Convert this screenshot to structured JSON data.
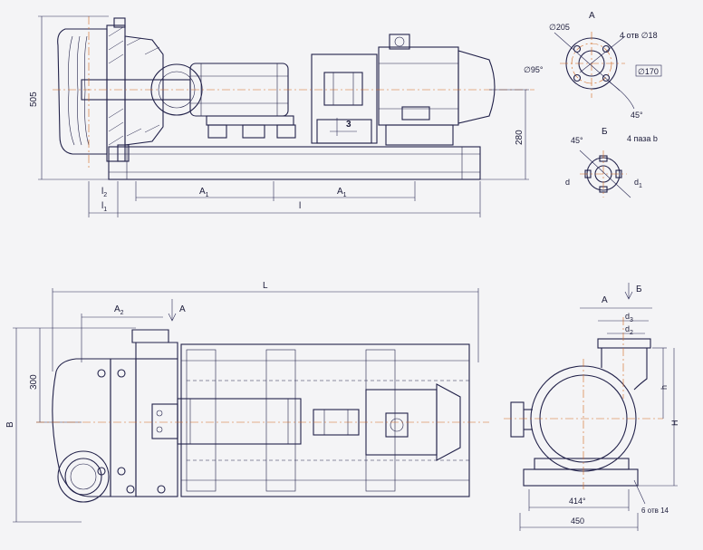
{
  "side_view": {
    "dim_height": "505",
    "dim_shaft_height": "280",
    "dim_gap": "3",
    "dim_base_pitch": "A",
    "dim_base_pitch_sub": "1",
    "dim_base_pitch2": "A",
    "dim_base_pitch2_sub": "1",
    "dim_l_small": "l",
    "dim_l2_sub": "2",
    "dim_l1_sub": "1",
    "dim_l_total": "l"
  },
  "detail_a": {
    "title": "А",
    "dia_205": "∅205",
    "holes": "4 отв ∅18",
    "dia_95": "∅95°",
    "dia_170": "∅170",
    "angle_45": "45°"
  },
  "detail_b": {
    "title": "Б",
    "angle_45": "45°",
    "slots": "4 паза b",
    "d": "d",
    "d1": "d",
    "d1_sub": "1"
  },
  "plan_view": {
    "dim_L": "L",
    "dim_A2": "A",
    "dim_A2_sub": "2",
    "arrow_label": "A",
    "dim_300": "300",
    "dim_B": "B"
  },
  "end_view": {
    "label_A": "A",
    "label_B": "Б",
    "dim_d3": "d",
    "dim_d3_sub": "3",
    "dim_d2": "d",
    "dim_d2_sub": "2",
    "dim_h": "h",
    "dim_H": "H",
    "dim_414": "414°",
    "dim_450": "450",
    "holes": "6 отв 14"
  }
}
